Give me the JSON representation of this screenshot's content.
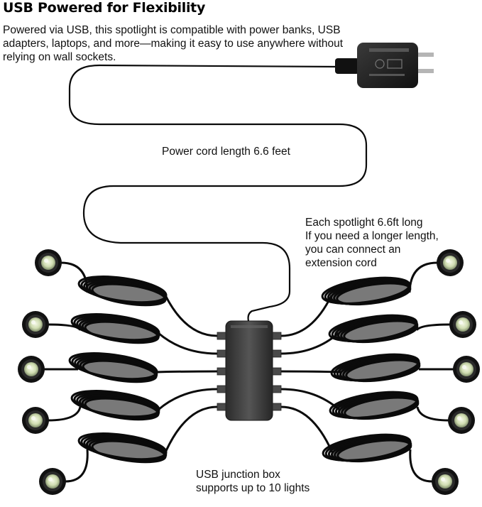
{
  "title": "USB Powered for Flexibility",
  "intro": "Powered via USB, this spotlight is compatible with power banks, USB adapters, laptops, and more—making it easy to use anywhere without relying on wall sockets.",
  "cord_label": "Power cord length 6.6 feet",
  "spotlight_note": [
    "Each spotlight 6.6ft long",
    "If you need a longer length,",
    "you can connect an",
    "extension cord"
  ],
  "junction_note": [
    "USB junction box",
    "supports up to 10 lights"
  ],
  "colors": {
    "cable": "#0b0b0b",
    "box": "#3a3a3a",
    "lens": "#dfe8c9"
  },
  "icons": [
    "usb-adapter-icon",
    "junction-box-icon",
    "spotlight-icon"
  ]
}
